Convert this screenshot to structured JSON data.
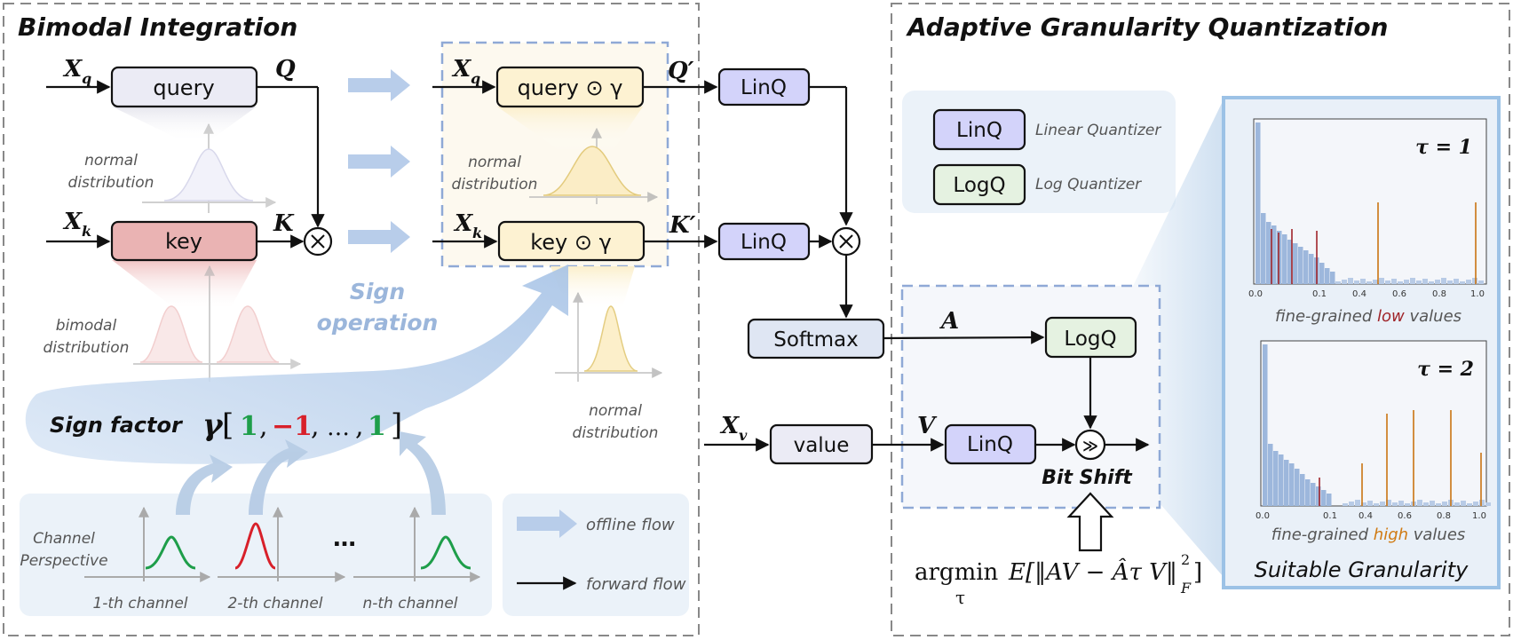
{
  "left_panel": {
    "title": "Bimodal Integration",
    "query_label": "query",
    "key_label": "key",
    "xq": "X",
    "xq_sub": "q",
    "xk": "X",
    "xk_sub": "k",
    "q_out": "Q",
    "k_out": "K",
    "normal_dist": [
      "normal",
      "distribution"
    ],
    "bimodal_dist": [
      "bimodal",
      "distribution"
    ],
    "sign_operation": [
      "Sign",
      "operation"
    ],
    "gamma_query_label": "query ⊙ γ",
    "gamma_key_label": "key ⊙ γ",
    "q_prime": "Q′",
    "k_prime": "K′",
    "sign_factor_label": "Sign factor",
    "gamma_symbol": "γ",
    "gamma_values": [
      "1",
      "−1",
      "…",
      "1"
    ],
    "channel_perspective": [
      "Channel",
      "Perspective"
    ],
    "channels": [
      "1-th channel",
      "2-th channel",
      "n-th channel"
    ],
    "channel_dots": "…",
    "legend": {
      "offline": "offline flow",
      "forward": "forward flow"
    }
  },
  "middle": {
    "linq": "LinQ",
    "softmax": "Softmax",
    "value": "value",
    "xv": "X",
    "xv_sub": "v"
  },
  "right_panel": {
    "title": "Adaptive Granularity Quantization",
    "legend_linq": "LinQ",
    "legend_linq_desc": "Linear Quantizer",
    "legend_logq": "LogQ",
    "legend_logq_desc": "Log Quantizer",
    "a_label": "A",
    "v_label": "V",
    "logq": "LogQ",
    "linq": "LinQ",
    "bit_shift": "Bit Shift",
    "shift_symbol": "≫",
    "argmin": "argmin",
    "tau_sub": "τ",
    "formula": "E[‖AV − Âτ V‖",
    "formula_sup": "2",
    "formula_sub": "F",
    "formula_end": "]",
    "suitable": "Suitable Granularity"
  },
  "histograms": [
    {
      "tau_label": "τ = 1",
      "caption_pre": "fine-grained ",
      "caption_word": "low",
      "caption_post": " values",
      "ticks": [
        "0.0",
        "0.1",
        "0.4",
        "0.6",
        "0.8",
        "1.0"
      ],
      "word_color": "#a0252a"
    },
    {
      "tau_label": "τ = 2",
      "caption_pre": "fine-grained ",
      "caption_word": "high",
      "caption_post": " values",
      "ticks": [
        "0.0",
        "0.1",
        "0.4",
        "0.6",
        "0.8",
        "1.0"
      ],
      "word_color": "#d07a12"
    }
  ],
  "colors": {
    "query_fill": "#ebebf5",
    "key_fill": "#eab3b3",
    "gamma_fill": "#fdf2d2",
    "linq_fill": "#d3d3fa",
    "logq_fill": "#e5f2e1",
    "softmax_fill": "#dfe6f3",
    "green": "#1e9e4a",
    "red": "#d8202a",
    "dash_blue": "#8fa9d6"
  }
}
